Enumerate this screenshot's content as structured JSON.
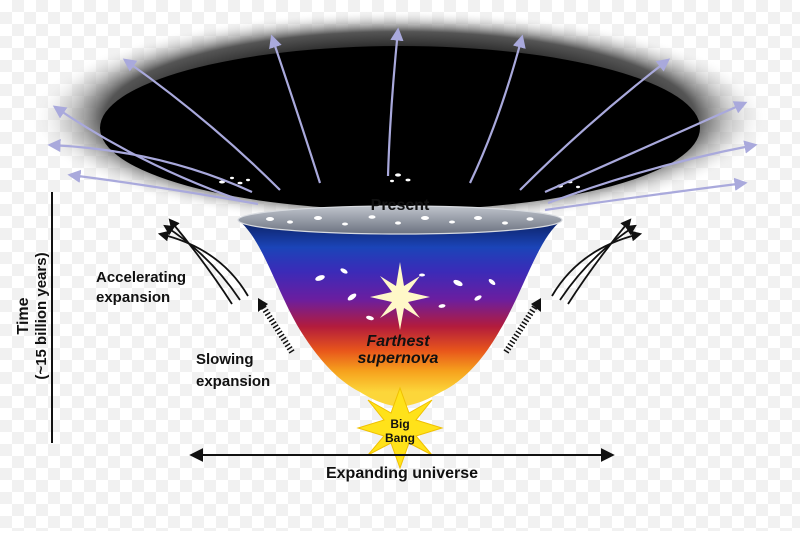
{
  "labels": {
    "present": "Present",
    "farthest_line1": "Farthest",
    "farthest_line2": "supernova",
    "big": "Big",
    "bang": "Bang",
    "accelerating_line1": "Accelerating",
    "accelerating_line2": "expansion",
    "slowing_line1": "Slowing",
    "slowing_line2": "expansion",
    "time_line1": "Time",
    "time_line2": "(~15 billion years)",
    "expanding_universe": "Expanding universe"
  },
  "colors": {
    "expansion_arrow": "#a9a9dc",
    "supernova_text": "#ffffff",
    "big_bang_burst": "#ffe21a"
  }
}
